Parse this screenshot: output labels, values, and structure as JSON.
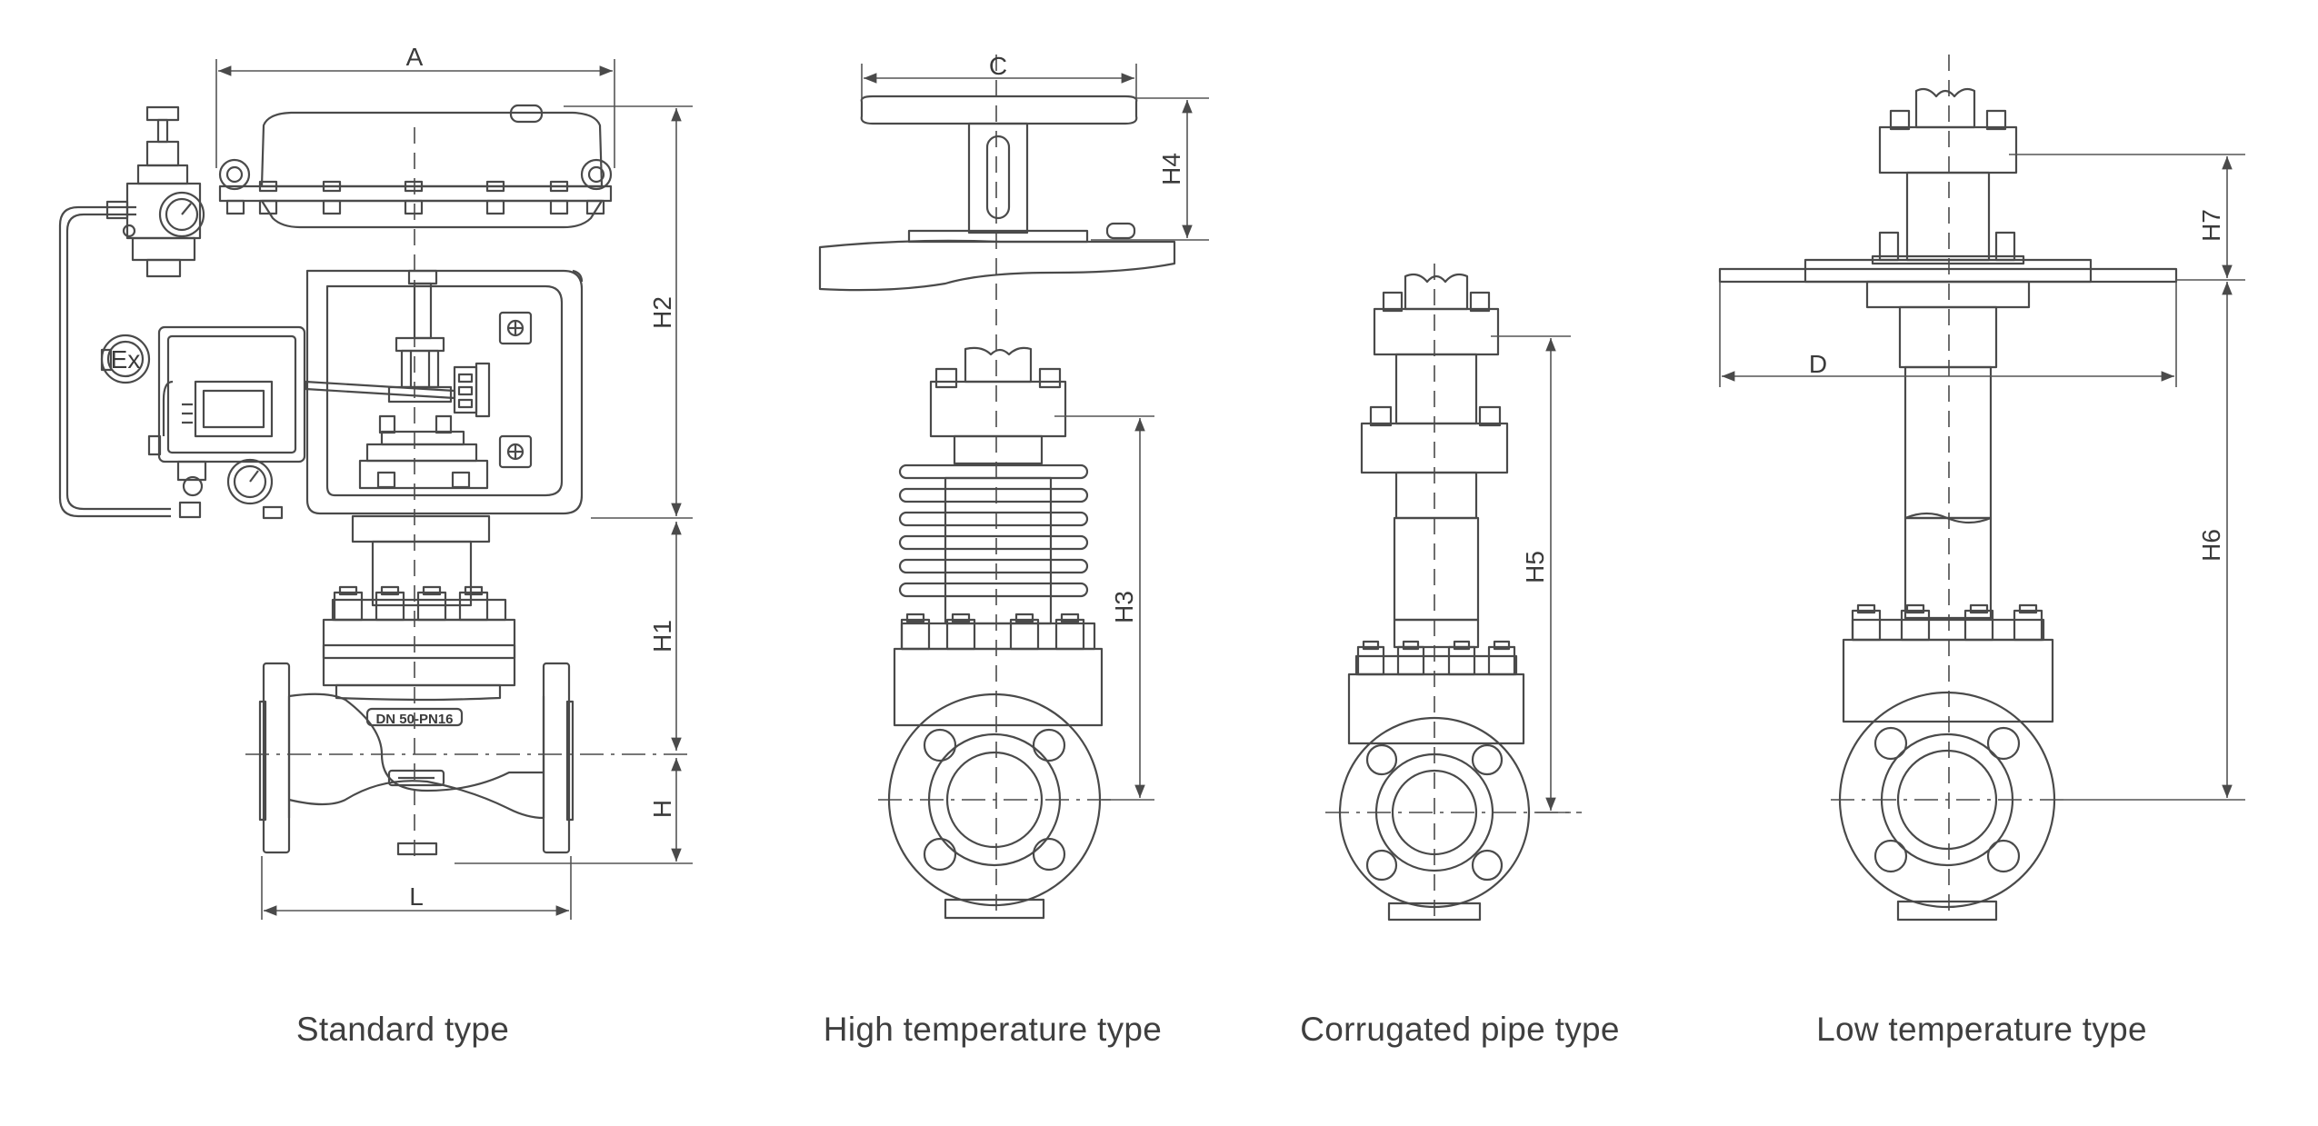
{
  "captions": {
    "standard": "Standard type",
    "high_temperature": "High temperature type",
    "corrugated": "Corrugated pipe type",
    "low_temperature": "Low temperature type"
  },
  "dimensions": {
    "A": "A",
    "C": "C",
    "D": "D",
    "L": "L",
    "H": "H",
    "H1": "H1",
    "H2": "H2",
    "H3": "H3",
    "H4": "H4",
    "H5": "H5",
    "H6": "H6",
    "H7": "H7"
  },
  "labels": {
    "nameplate": "DN 50-PN16",
    "ex_mark": "Ex"
  },
  "colors": {
    "line": "#4a4a4a",
    "dim_line": "#555555",
    "caption_text": "#3f3f3f"
  }
}
